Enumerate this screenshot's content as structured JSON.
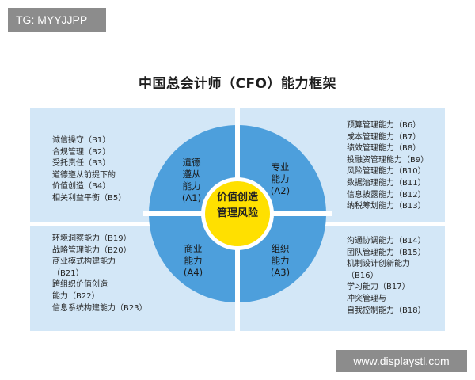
{
  "tag": "TG: MYYJJPP",
  "title": "中国总会计师（CFO）能力框架",
  "center": [
    "价值创造",
    "管理风险"
  ],
  "colors": {
    "quad_bg": "#d3e7f7",
    "circle": "#4d9fdc",
    "center": "#ffe000",
    "divider": "#ffffff"
  },
  "quadrants": {
    "a1": [
      "道德",
      "遵从",
      "能力",
      "(A1)"
    ],
    "a2": [
      "专业",
      "能力",
      "(A2)"
    ],
    "a3": [
      "组织",
      "能力",
      "(A3)"
    ],
    "a4": [
      "商业",
      "能力",
      "(A4)"
    ]
  },
  "lists": {
    "top_left": [
      "诚信操守（B1）",
      "合规管理（B2）",
      "受托责任（B3）",
      "道德遵从前提下的",
      "价值创造（B4）",
      "相关利益平衡（B5）"
    ],
    "top_right": [
      "预算管理能力（B6）",
      "成本管理能力（B7）",
      "绩效管理能力（B8）",
      "投融资管理能力（B9）",
      "风险管理能力（B10）",
      "数据治理能力（B11）",
      "信息披露能力（B12）",
      "纳税筹划能力（B13）"
    ],
    "bottom_left": [
      "环境洞察能力（B19）",
      "战略管理能力（B20）",
      "商业模式构建能力",
      "（B21）",
      "跨组织价值创造",
      "能力（B22）",
      "信息系统构建能力（B23）"
    ],
    "bottom_right": [
      "沟通协调能力（B14）",
      "团队管理能力（B15）",
      "机制设计创新能力",
      "（B16）",
      "学习能力（B17）",
      "冲突管理与",
      "自我控制能力（B18）"
    ]
  },
  "watermark": "www.displaystl.com"
}
